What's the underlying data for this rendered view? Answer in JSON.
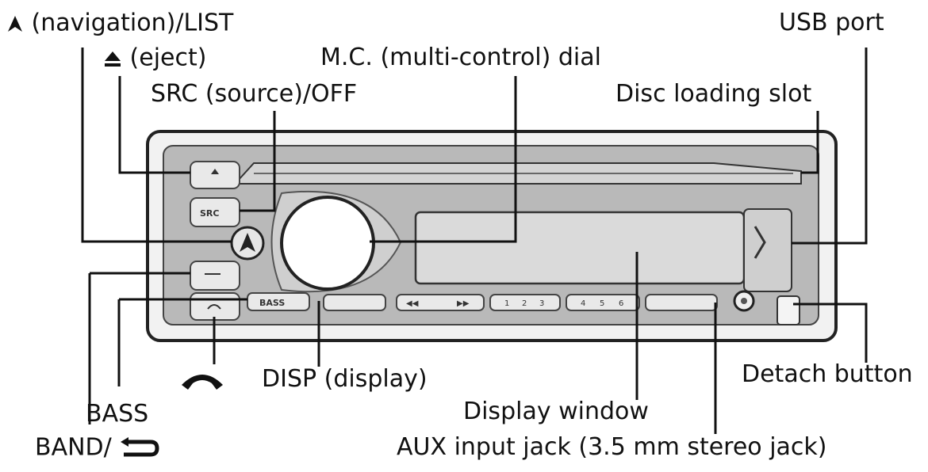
{
  "labels": {
    "navigation": "(navigation)/LIST",
    "eject": "(eject)",
    "src": "SRC (source)/OFF",
    "mc_dial": "M.C. (multi-control) dial",
    "usb_port": "USB port",
    "disc_slot": "Disc loading slot",
    "disp": "DISP (display)",
    "detach": "Detach button",
    "bass": "BASS",
    "display_window": "Display window",
    "band": "BAND/",
    "aux": "AUX input jack (3.5 mm stereo jack)"
  },
  "buttons": {
    "src": "SRC",
    "bass": "BASS",
    "preset": [
      "1",
      "2",
      "3",
      "4",
      "5",
      "6"
    ]
  }
}
